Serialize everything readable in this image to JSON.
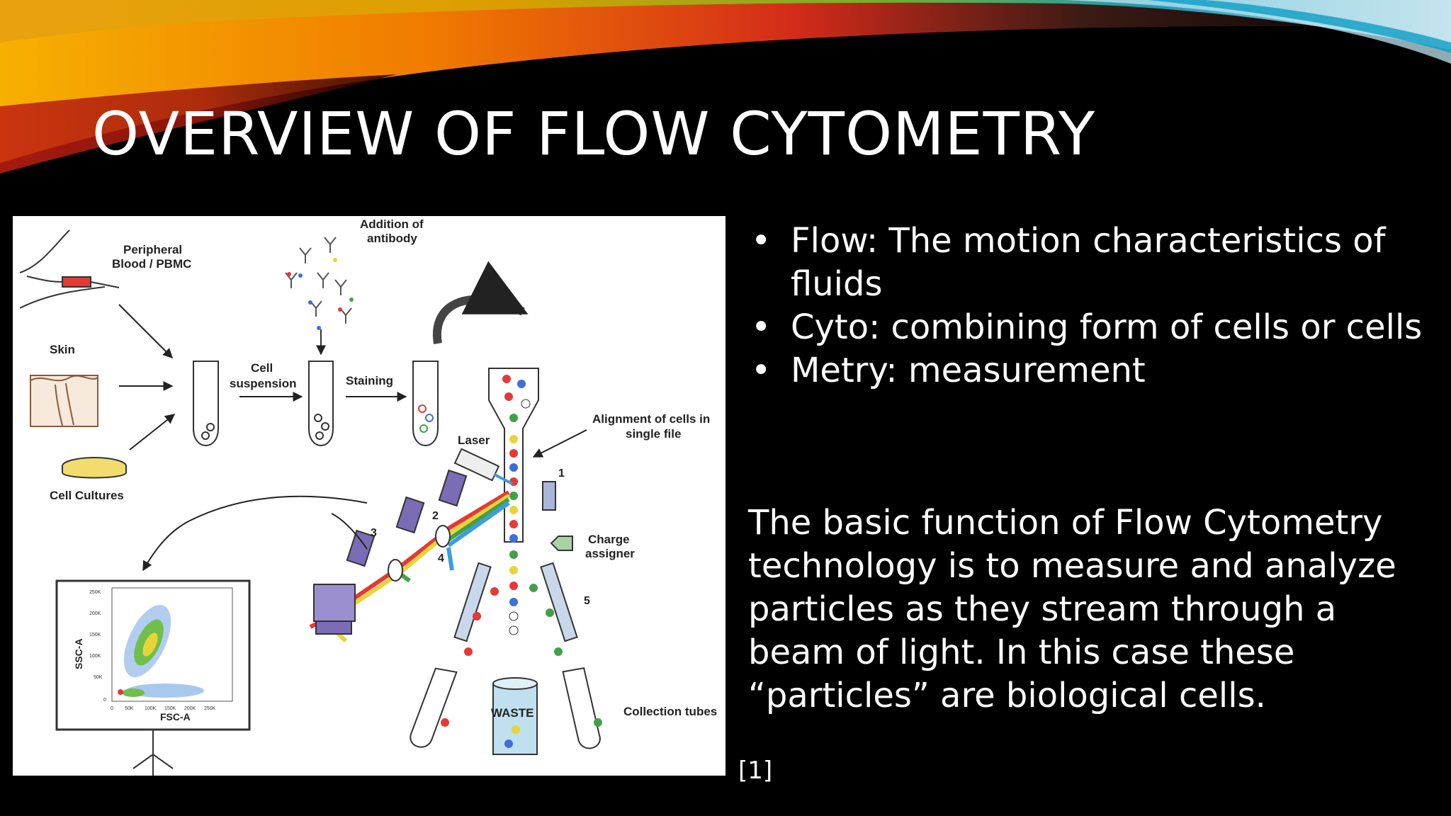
{
  "slide": {
    "title": "OVERVIEW OF FLOW CYTOMETRY",
    "bullets": [
      "Flow: The motion characteristics of fluids",
      "Cyto: combining form of cells or cells",
      "Metry: measurement"
    ],
    "bullet_symbol": "•",
    "paragraph": "The basic function of Flow Cytometry technology is to measure and analyze particles as they stream through a beam of light. In this case these “particles” are biological cells.",
    "citation": "[1]"
  },
  "figure": {
    "labels": {
      "peripheral_blood": [
        "Peripheral",
        "Blood / PBMC"
      ],
      "skin": "Skin",
      "cell_cultures": "Cell Cultures",
      "cell_suspension": [
        "Cell",
        "suspension"
      ],
      "staining": "Staining",
      "addition_of_antibody": [
        "Addition of",
        "antibody"
      ],
      "alignment": [
        "Alignment of cells in",
        "single file"
      ],
      "laser": "Laser",
      "charge_assigner": [
        "Charge",
        "assigner"
      ],
      "collection_tubes": "Collection tubes",
      "waste": "WASTE",
      "num_1": "1",
      "num_2": "2",
      "num_3": "3",
      "num_4": "4",
      "num_5": "5",
      "plot_ylabel": "SSC-A",
      "plot_xlabel": "FSC-A",
      "plot_yticks": [
        "250K",
        "200K",
        "150K",
        "100K",
        "50K",
        "0"
      ],
      "plot_xticks": [
        "0",
        "50K",
        "100K",
        "150K",
        "200K",
        "250K"
      ]
    }
  },
  "colors": {
    "background": "#000000",
    "text": "#ffffff",
    "cell_red": "#e53935",
    "cell_blue": "#3f6fd8",
    "cell_green": "#43a047",
    "cell_yellow": "#e8d43a",
    "prism": "#7b6cb5",
    "dish": "#f2dc6e"
  }
}
